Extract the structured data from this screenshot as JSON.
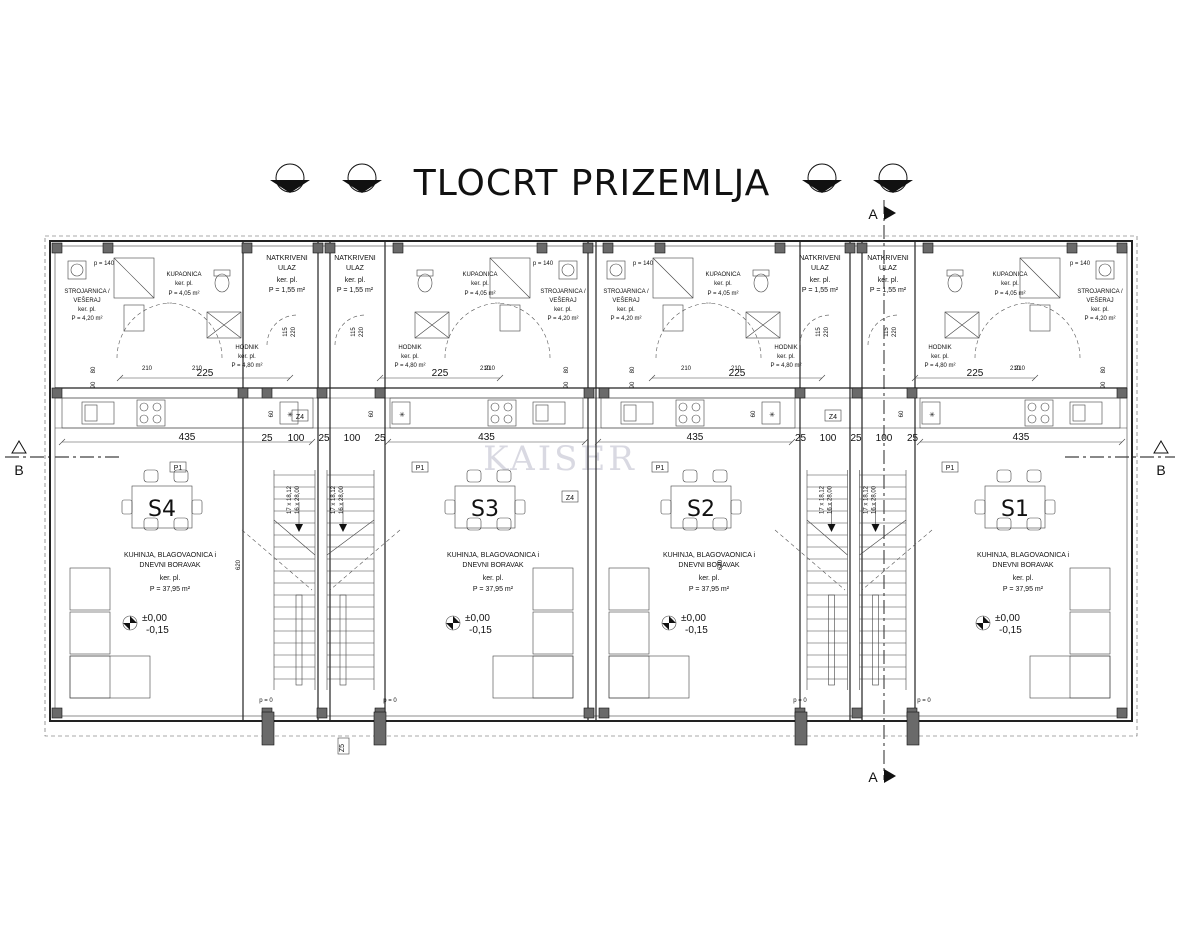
{
  "title": "TLOCRT PRIZEMLJA",
  "watermark": "KAISER",
  "section_markers": {
    "a_top": "A",
    "a_bottom": "A",
    "b_left": "B",
    "b_right": "B"
  },
  "units": [
    {
      "id": "S4",
      "storage": {
        "name": "STROJARNICA / VEŠERAJ",
        "floor": "ker. pl.",
        "area": "P = 4,20 m²"
      },
      "bath": {
        "name": "KUPAONICA",
        "floor": "ker. pl.",
        "area": "P = 4,05 m²"
      },
      "hall": {
        "name": "HODNIK",
        "floor": "ker. pl.",
        "area": "P = 4,80 m²"
      },
      "entry": {
        "name": "NATKRIVENI ULAZ",
        "floor": "ker. pl.",
        "area": "P = 1,55 m²"
      },
      "living": {
        "name": "KUHINJA, BLAGOVAONICA i DNEVNI BORAVAK",
        "floor": "ker. pl.",
        "area": "P = 37,95 m²"
      },
      "level_plus": "±0,00",
      "level_minus": "-0,15"
    },
    {
      "id": "S3",
      "storage": {
        "name": "STROJARNICA / VEŠERAJ",
        "floor": "ker. pl.",
        "area": "P = 4,20 m²"
      },
      "bath": {
        "name": "KUPAONICA",
        "floor": "ker. pl.",
        "area": "P = 4,05 m²"
      },
      "hall": {
        "name": "HODNIK",
        "floor": "ker. pl.",
        "area": "P = 4,80 m²"
      },
      "entry": {
        "name": "NATKRIVENI ULAZ",
        "floor": "ker. pl.",
        "area": "P = 1,55 m²"
      },
      "living": {
        "name": "KUHINJA, BLAGOVAONICA i DNEVNI BORAVAK",
        "floor": "ker. pl.",
        "area": "P = 37,95 m²"
      },
      "level_plus": "±0,00",
      "level_minus": "-0,15"
    },
    {
      "id": "S2",
      "storage": {
        "name": "STROJARNICA / VEŠERAJ",
        "floor": "ker. pl.",
        "area": "P = 4,20 m²"
      },
      "bath": {
        "name": "KUPAONICA",
        "floor": "ker. pl.",
        "area": "P = 4,05 m²"
      },
      "hall": {
        "name": "HODNIK",
        "floor": "ker. pl.",
        "area": "P = 4,80 m²"
      },
      "entry": {
        "name": "NATKRIVENI ULAZ",
        "floor": "ker. pl.",
        "area": "P = 1,55 m²"
      },
      "living": {
        "name": "KUHINJA, BLAGOVAONICA i DNEVNI BORAVAK",
        "floor": "ker. pl.",
        "area": "P = 37,95 m²"
      },
      "level_plus": "±0,00",
      "level_minus": "-0,15"
    },
    {
      "id": "S1",
      "storage": {
        "name": "STROJARNICA / VEŠERAJ",
        "floor": "ker. pl.",
        "area": "P = 4,20 m²"
      },
      "bath": {
        "name": "KUPAONICA",
        "floor": "ker. pl.",
        "area": "P = 4,05 m²"
      },
      "hall": {
        "name": "HODNIK",
        "floor": "ker. pl.",
        "area": "P = 4,80 m²"
      },
      "entry": {
        "name": "NATKRIVENI ULAZ",
        "floor": "ker. pl.",
        "area": "P = 1,55 m²"
      },
      "living": {
        "name": "KUHINJA, BLAGOVAONICA i DNEVNI BORAVAK",
        "floor": "ker. pl.",
        "area": "P = 37,95 m²"
      },
      "level_plus": "±0,00",
      "level_minus": "-0,15"
    }
  ],
  "dimensions": {
    "main_width": "435",
    "gap": "25",
    "stair_width": "100",
    "room_depth": "620",
    "hall_len": "225",
    "door_w": "210",
    "small_80": "80",
    "small_90": "90",
    "kitchen_60": "60",
    "p140": "p = 140",
    "stair_a": "17 x 18,12",
    "stair_b": "16 x 28,00",
    "p0": "p = 0",
    "d115": "115",
    "d220": "220"
  },
  "tags": {
    "p1": "P1",
    "z4": "Z4",
    "z5": "Z5"
  }
}
